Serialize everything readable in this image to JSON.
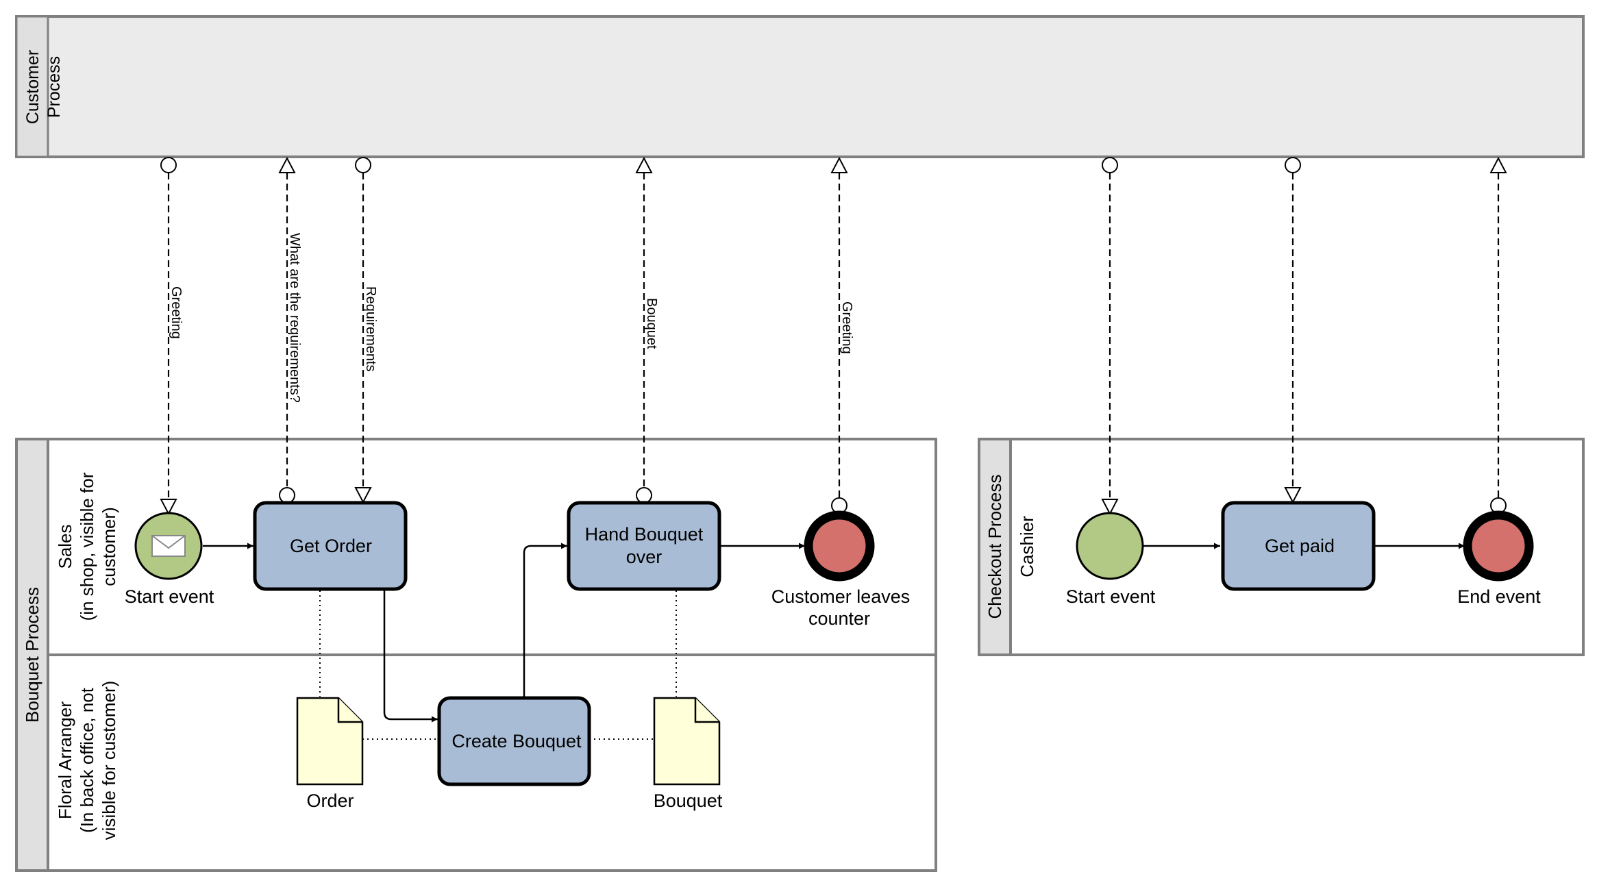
{
  "pools": {
    "customer": {
      "label_line1": "Customer",
      "label_line2": "Process"
    },
    "bouquet": {
      "label": "Bouquet Process",
      "lane_sales": {
        "line1": "Sales",
        "line2": "(in shop, visible for",
        "line3": "customer)"
      },
      "lane_floral": {
        "line1": "Floral Arranger",
        "line2": "(In back office, not",
        "line3": "visible for customer)"
      }
    },
    "checkout": {
      "label": "Checkout Process",
      "lane_cashier": "Cashier"
    }
  },
  "events": {
    "bouquet_start": "Start event",
    "customer_leaves_line1": "Customer leaves",
    "customer_leaves_line2": "counter",
    "checkout_start": "Start event",
    "checkout_end": "End event"
  },
  "tasks": {
    "get_order": "Get Order",
    "hand_bouquet_line1": "Hand Bouquet",
    "hand_bouquet_line2": "over",
    "create_bouquet": "Create Bouquet",
    "get_paid": "Get paid"
  },
  "data_objects": {
    "order": "Order",
    "bouquet": "Bouquet"
  },
  "message_flows": {
    "greeting_in": "Greeting",
    "what_requirements": "What are the requirements?",
    "requirements": "Requirements",
    "bouquet": "Bouquet",
    "greeting_out": "Greeting"
  },
  "colors": {
    "start_event": "#b2c985",
    "end_event": "#d4716c",
    "task": "#a9bcd6",
    "data_object": "#ffffd9",
    "pool_header": "#e0e0e0"
  }
}
